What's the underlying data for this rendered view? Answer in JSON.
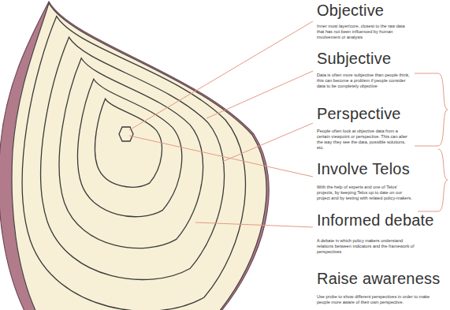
{
  "diagram": {
    "labels": [
      "Objective",
      "Inner most layer/core, closest to the raw data that has not been influenced by human involvement or analysis",
      "Subjective",
      "Data is often more subjective than people think, this can become a problem if people consider data to be completely objective",
      "Perspective",
      "People often look at objective data from a certain viewpoint or perspective. This can alter the way they see the data, possible solutions, etc.",
      "Involve Telos",
      "With the help of experts and one of Telos' projects, by keeping Telos up to date on our project and by testing with related policy-makers.",
      "Informed debate",
      "A debate in which policy makers understand relations between indicators and the framework of perspectives",
      "Raise awareness",
      "Use probe to show different perspectives in order to make people more aware of their own perspective."
    ]
  }
}
